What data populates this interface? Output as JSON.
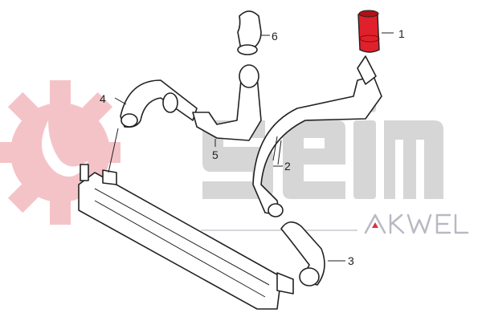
{
  "watermark": {
    "brand": "seim",
    "sub_brand": "AKWEL",
    "gear_color": "#f4c3c8",
    "brand_color": "#d6d6d6",
    "accent": "#e03040"
  },
  "highlight_color": "#e0202a",
  "callouts": [
    {
      "number": "1",
      "part": "highlighted-hose"
    },
    {
      "number": "2",
      "part": "long-intercooler-pipe"
    },
    {
      "number": "3",
      "part": "lower-hose"
    },
    {
      "number": "4",
      "part": "upper-left-hose"
    },
    {
      "number": "5",
      "part": "bent-pipe"
    },
    {
      "number": "6",
      "part": "top-elbow-hose"
    }
  ]
}
